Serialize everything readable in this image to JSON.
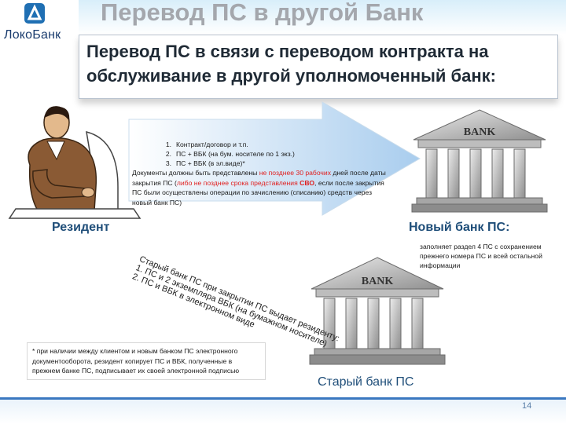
{
  "brand": {
    "name": "ЛокоБанк",
    "logo_color": "#1f6fb3"
  },
  "header": {
    "title": "Перевод ПС в другой Банк",
    "subtitle": "Перевод ПС в связи с переводом контракта на обслуживание в другой уполномоченный банк:"
  },
  "arrow": {
    "items": [
      {
        "num": "1.",
        "text": "Контракт/договор и т.п."
      },
      {
        "num": "2.",
        "text": "ПС + ВБК (на бум. носителе по 1 экз.)"
      },
      {
        "num": "3.",
        "text": "ПС + ВБК (в эл.виде)*"
      }
    ],
    "note": {
      "part1": "Документы должны быть представлены ",
      "part2": "не позднее 30 рабочих",
      "part3": " дней после даты закрытия ПС (",
      "part4": "либо не позднее срока представления ",
      "part5": "СВО",
      "part6": ", если после закрытия ПС были осуществлены операции по зачислению (списанию) средств через новый банк ПС)"
    }
  },
  "labels": {
    "resident": "Резидент",
    "new_bank": "Новый банк ПС:",
    "old_bank": "Старый банк ПС"
  },
  "new_bank_note": "заполняет раздел 4 ПС с сохранением прежнего номера ПС и всей остальной информации",
  "old_bank_text": {
    "title": "Старый банк ПС при закрытии ПС выдает резиденту:",
    "items": [
      {
        "num": "1.",
        "text": "ПС и 2 экземпляра ВБК (на бумажном носителе)"
      },
      {
        "num": "2.",
        "text": "ПС и ВБК в электронном виде"
      }
    ]
  },
  "bank_sign": "BANK",
  "footnote": "* при наличии между клиентом и новым банком ПС электронного документооборота, резидент копирует ПС и ВБК, полученные в прежнем банке ПС, подписывает их своей электронной подписью",
  "page_number": "14",
  "colors": {
    "accent": "#1f4e79",
    "highlight": "#e02020",
    "arrow": "#b9d6f2"
  }
}
